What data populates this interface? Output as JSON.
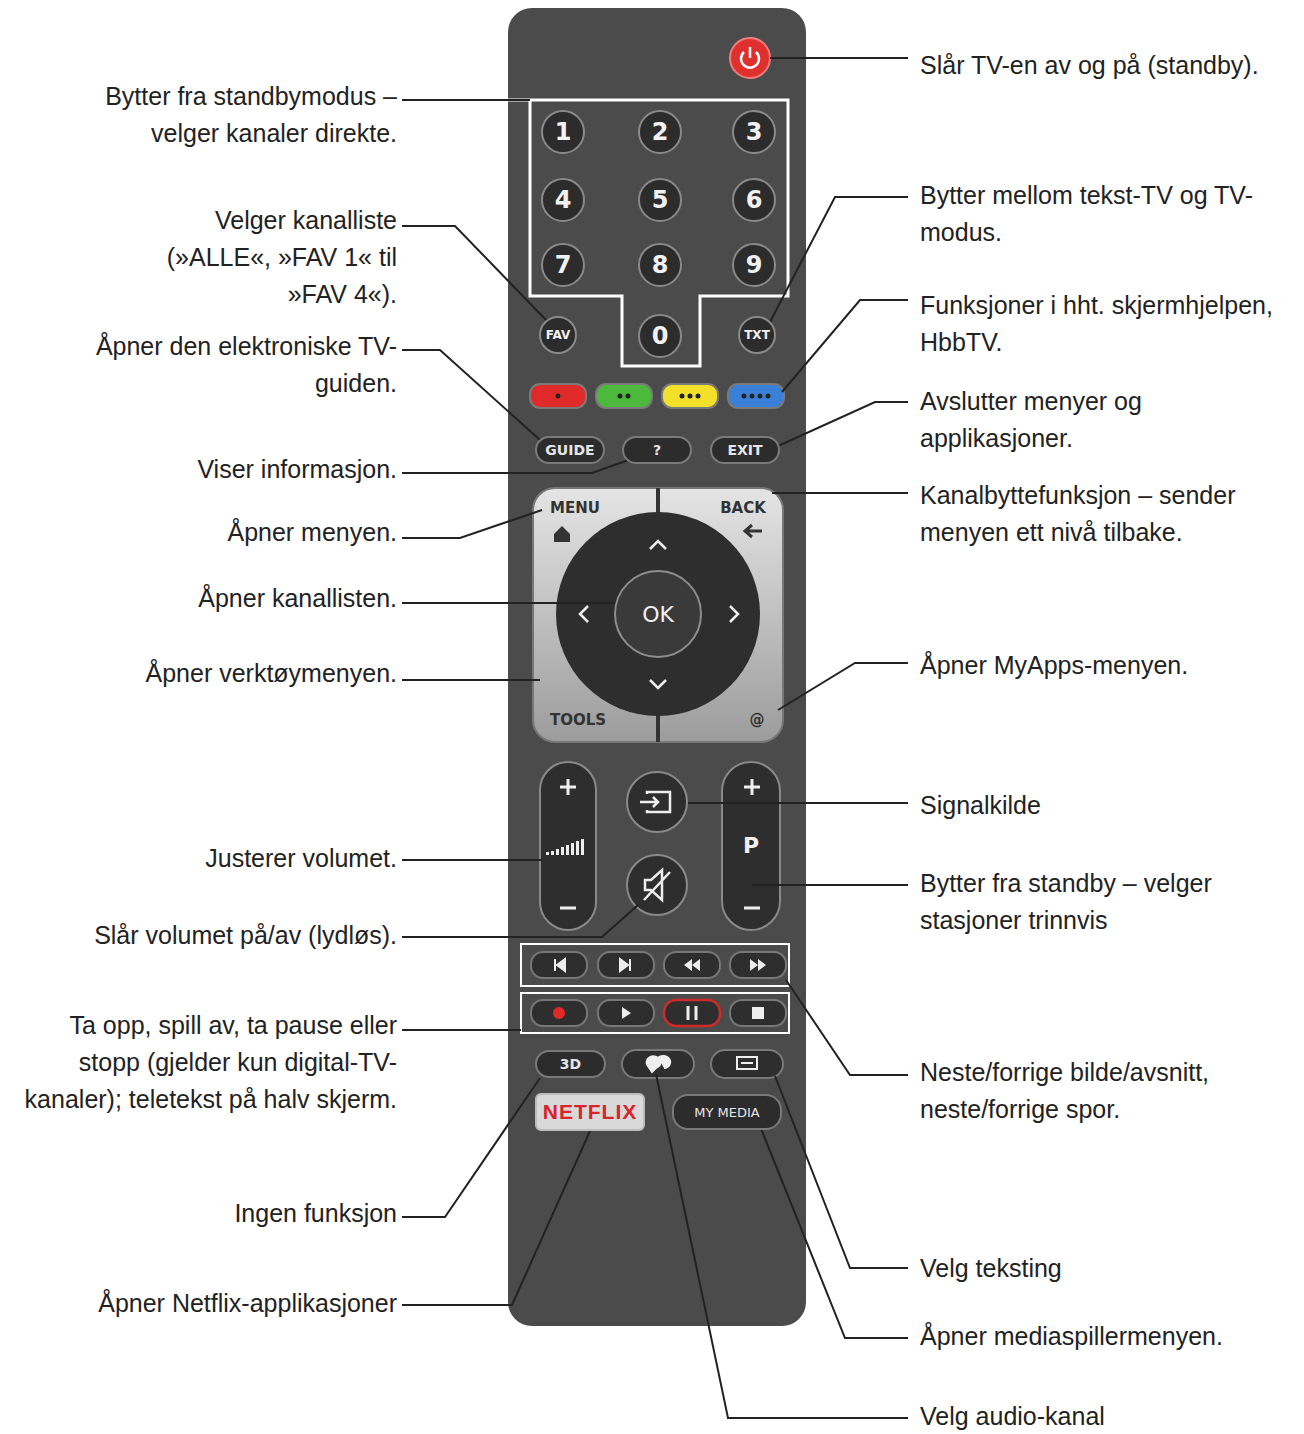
{
  "diagram": {
    "nodes": [
      {
        "text": [
          "1"
        ]
      },
      {
        "text": [
          "2"
        ]
      },
      {
        "text": [
          "3"
        ]
      },
      {
        "text": [
          "4"
        ]
      },
      {
        "text": [
          "5"
        ]
      },
      {
        "text": [
          "6"
        ]
      },
      {
        "text": [
          "7"
        ]
      },
      {
        "text": [
          "8"
        ]
      },
      {
        "text": [
          "9"
        ]
      },
      {
        "text": [
          "FAV"
        ]
      },
      {
        "text": [
          "0"
        ]
      },
      {
        "text": [
          "TXT"
        ]
      },
      {
        "text": [
          "GUIDE"
        ]
      },
      {
        "text": [
          "?"
        ]
      },
      {
        "text": [
          "EXIT"
        ]
      },
      {
        "text": [
          "MENU"
        ]
      },
      {
        "text": [
          "BACK"
        ]
      },
      {
        "text": [
          "OK"
        ]
      },
      {
        "text": [
          "TOOLS"
        ]
      },
      {
        "text": [
          "@"
        ]
      },
      {
        "text": [
          "P"
        ]
      },
      {
        "text": [
          "3D"
        ]
      },
      {
        "text": [
          "NETFLIX"
        ]
      },
      {
        "text": [
          "MY MEDIA"
        ]
      }
    ],
    "labels": [
      "Bytter fra standbymodus – velger kanaler direkte.",
      "Velger kanalliste (»ALLE«, »FAV 1« til »FAV 4«).",
      "Åpner den elektroniske TV-guiden.",
      "Viser informasjon.",
      "Åpner menyen.",
      "Åpner kanallisten.",
      "Åpner verktøymenyen.",
      "Justerer volumet.",
      "Slår volumet på/av (lydløs).",
      "Ta opp, spill av, ta pause eller stopp (gjelder kun digital-TV-kanaler); teletekst på halv skjerm.",
      "Ingen funksjon",
      "Åpner Netflix-applikasjoner",
      "Slår TV-en av og på (standby).",
      "Bytter mellom tekst-TV og TV-modus.",
      "Funksjoner i hht. skjermhjelpen, HbbTV.",
      "Avslutter menyer og applikasjoner.",
      "Kanalbyttefunksjon – sender menyen ett nivå tilbake.",
      "Åpner MyApps-menyen.",
      "Signalkilde",
      "Bytter fra standby – velger stasjoner trinnvis",
      "Neste/forrige bilde/avsnitt, neste/forrige spor.",
      "Velg teksting",
      "Åpner mediaspillermenyen.",
      "Velg audio-kanal"
    ]
  }
}
